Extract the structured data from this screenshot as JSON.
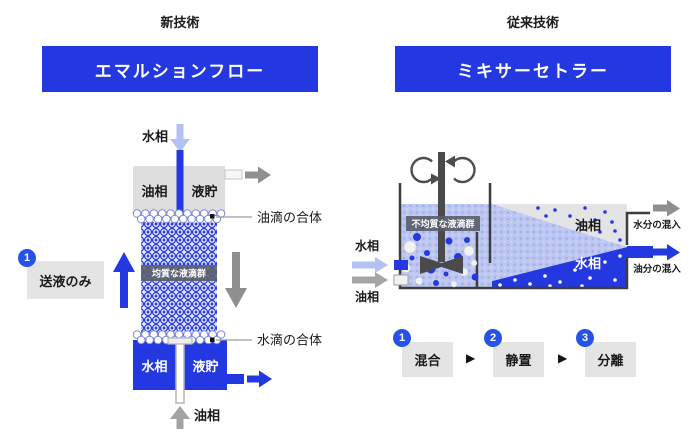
{
  "colors": {
    "primary_blue": "#2338e0",
    "badge_blue": "#2553e8",
    "light_blue_arrow": "#b5c0f4",
    "gray_arrow": "#8f8f8f",
    "dark_stirrer": "#4a4a4a",
    "box_gray": "#e4e4e4",
    "mixer_lavender": "#bdc7f2",
    "oil_region_gray": "#e4e4e6",
    "text": "#1a1a1a"
  },
  "left": {
    "header": "新技術",
    "banner": "エマルションフロー",
    "water_inlet": "水相",
    "top_box": {
      "left": "油相",
      "right": "液貯"
    },
    "oil_coalescence": "油滴の合体",
    "band": "均質な液滴群",
    "badge": "1",
    "step": "送液のみ",
    "water_coalescence": "水滴の合体",
    "bottom_box": {
      "left": "水相",
      "right": "液貯"
    },
    "oil_inlet": "油相"
  },
  "right": {
    "header": "従来技術",
    "banner": "ミキサーセトラー",
    "mixer_band": "不均質な液滴群",
    "inlet_water": "水相",
    "inlet_oil": "油相",
    "oil_region": "油相",
    "water_region": "水相",
    "outlet_water_note": "水分の混入",
    "outlet_oil_note": "油分の混入",
    "step_arrow": "▶",
    "steps": [
      {
        "num": "1",
        "label": "混合"
      },
      {
        "num": "2",
        "label": "静置"
      },
      {
        "num": "3",
        "label": "分離"
      }
    ]
  }
}
